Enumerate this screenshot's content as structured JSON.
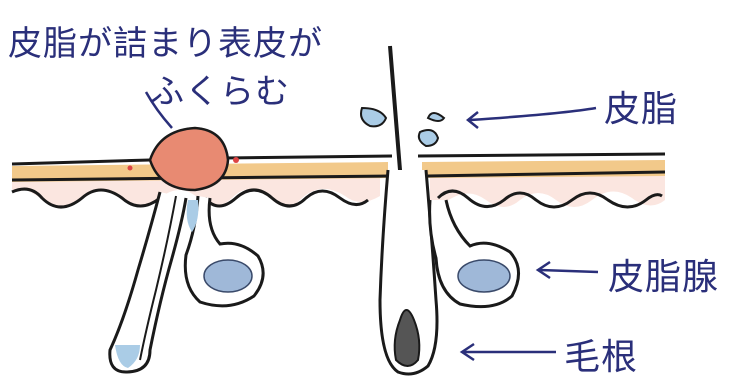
{
  "labels": {
    "clogged_line1": "皮脂が詰まり表皮が",
    "clogged_line2": "ふくらむ",
    "sebum": "皮脂",
    "sebaceous_gland": "皮脂腺",
    "hair_root": "毛根"
  },
  "colors": {
    "ink": "#1a1a1a",
    "label_ink": "#2a2f7a",
    "epidermis_band": "#f2c98a",
    "dermis": "#fbe6e0",
    "clog": "#e88a72",
    "sebum_drop": "#aacce6",
    "gland": "#9fb8d8",
    "hair_root": "#555555"
  }
}
